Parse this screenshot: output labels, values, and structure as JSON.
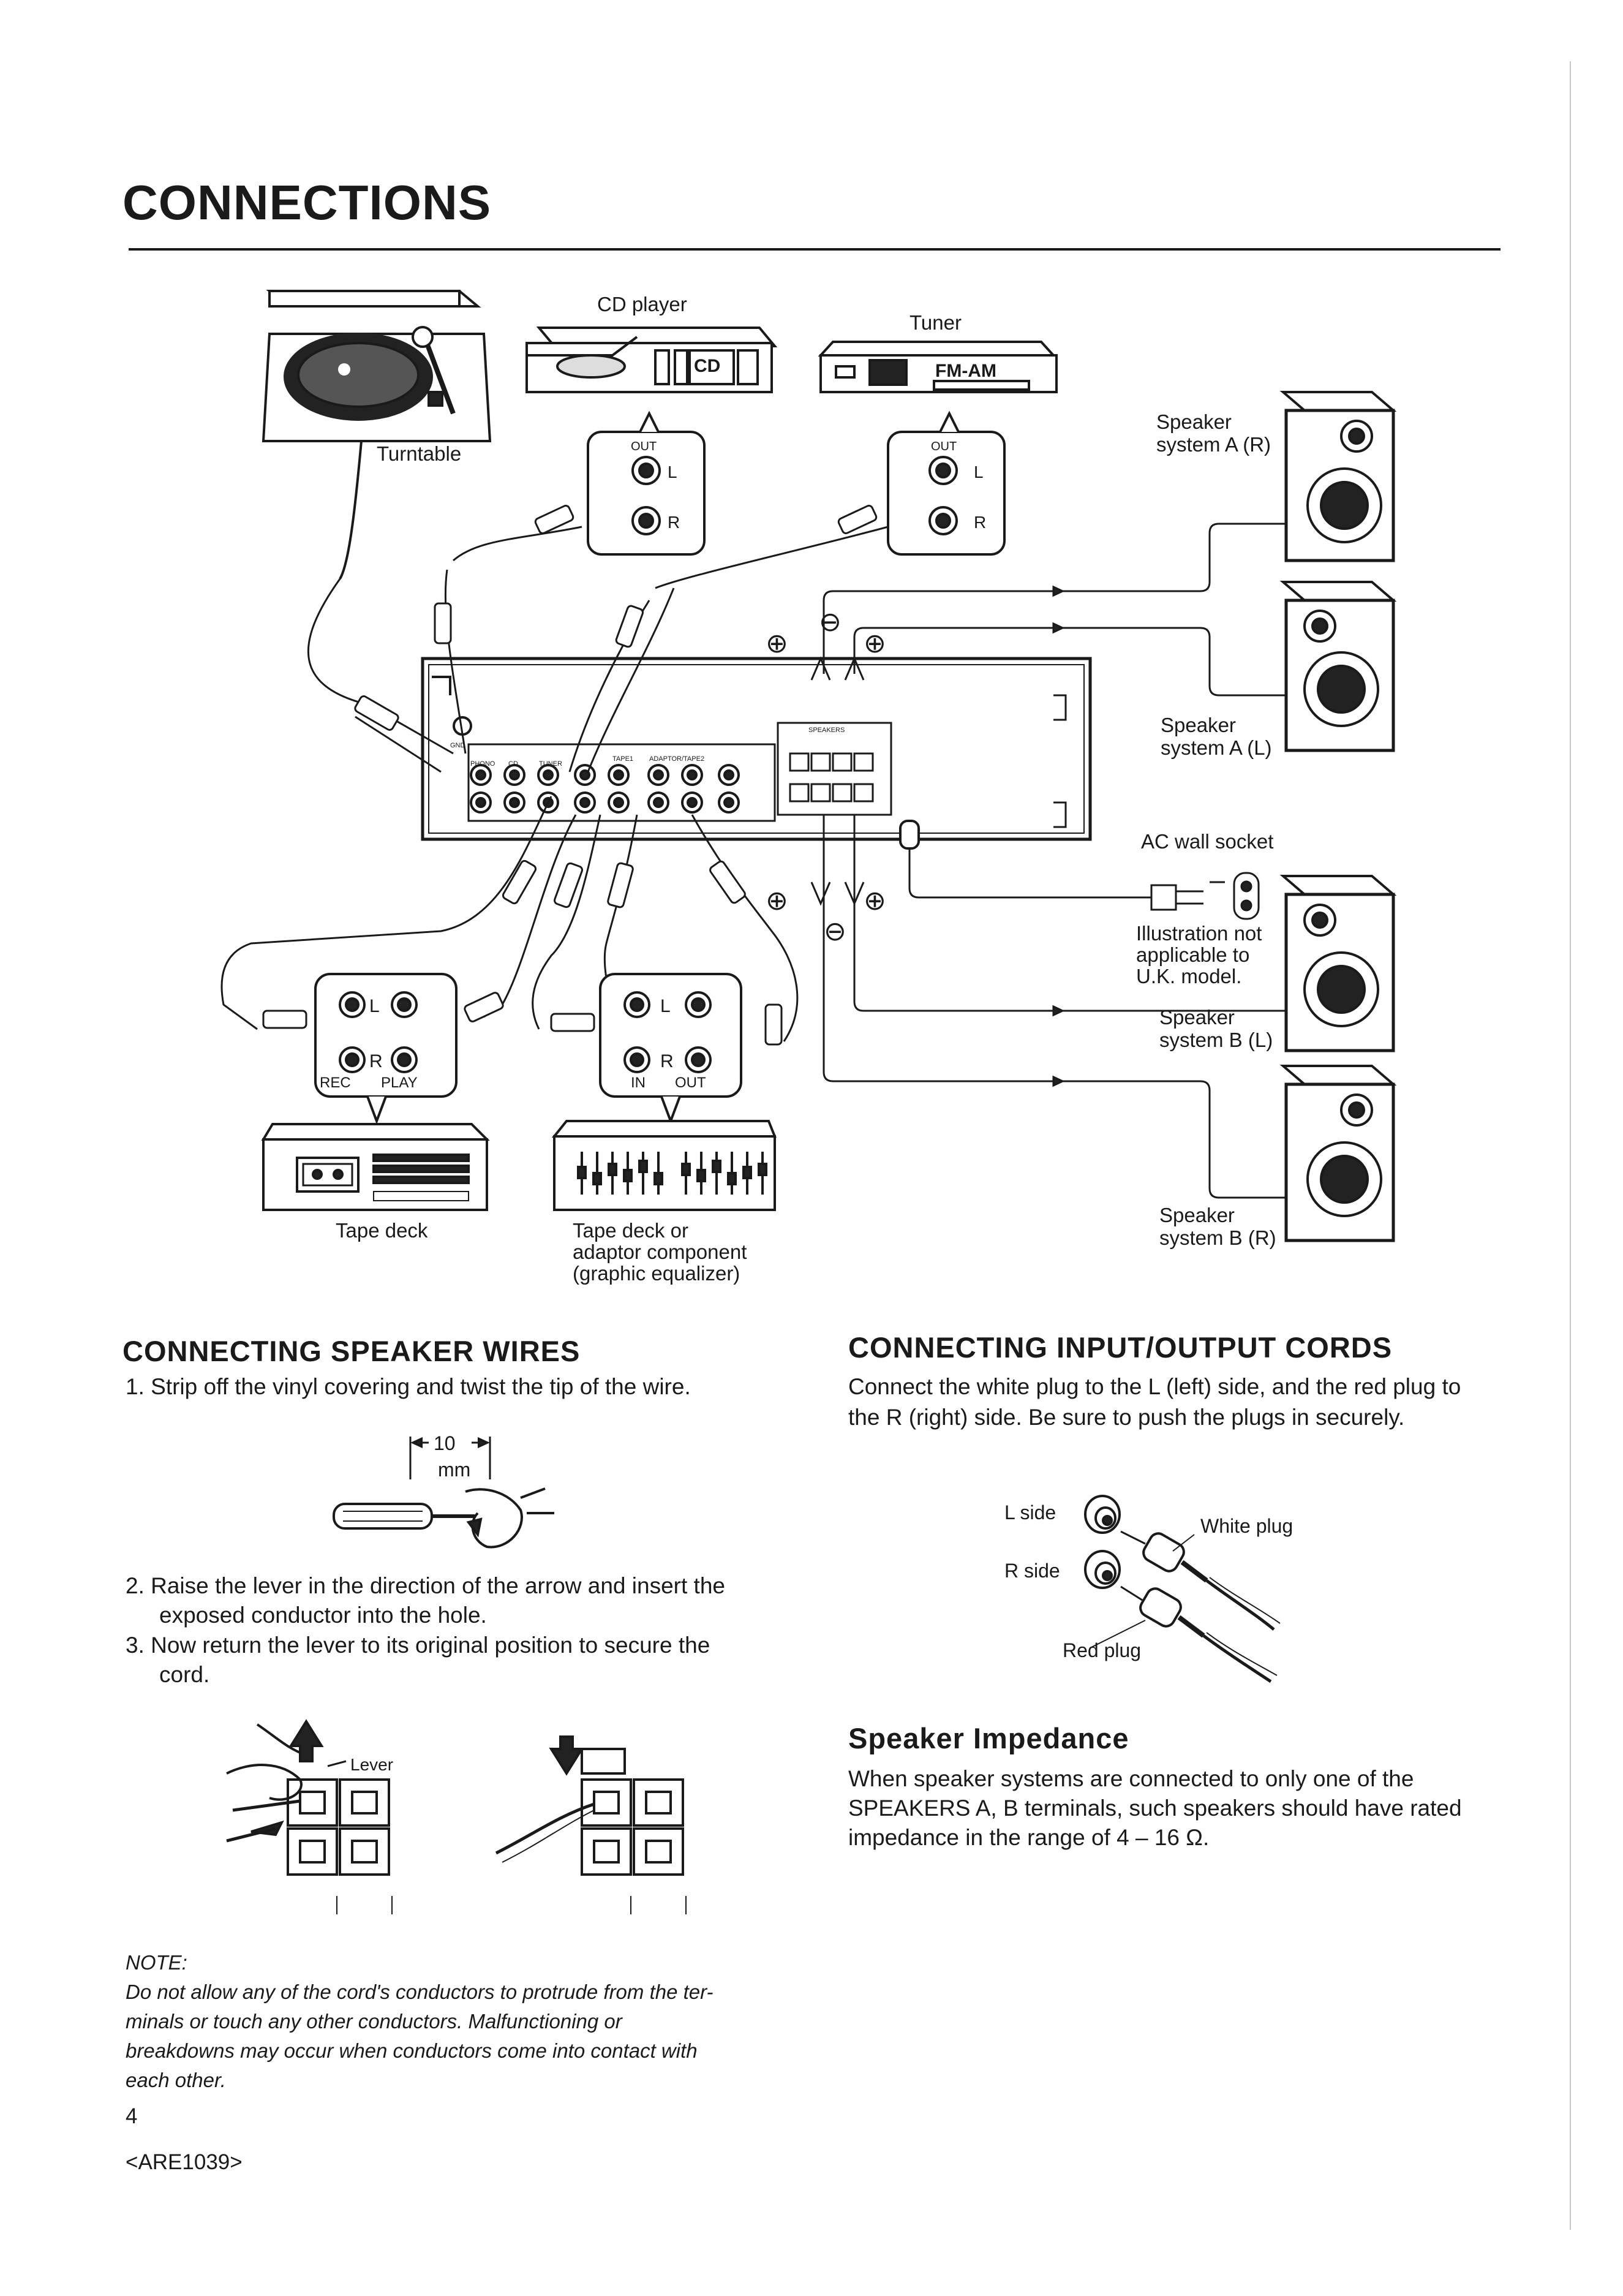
{
  "page": {
    "title": "CONNECTIONS",
    "page_number": "4",
    "code": "<ARE1039>"
  },
  "diagram": {
    "turntable": "Turntable",
    "cd_player": "CD player",
    "tuner": "Tuner",
    "cd_display": "CD",
    "tuner_display": "FM-AM",
    "out": "OUT",
    "l": "L",
    "r": "R",
    "rec": "REC",
    "play": "PLAY",
    "in": "IN",
    "out2": "OUT",
    "tape_deck": "Tape deck",
    "adaptor_line1": "Tape deck or",
    "adaptor_line2": "adaptor component",
    "adaptor_line3": "(graphic equalizer)",
    "spk_a_r_line1": "Speaker",
    "spk_a_r_line2": "system A (R)",
    "spk_a_l_line1": "Speaker",
    "spk_a_l_line2": "system A (L)",
    "spk_b_l_line1": "Speaker",
    "spk_b_l_line2": "system B (L)",
    "spk_b_r_line1": "Speaker",
    "spk_b_r_line2": "system B (R)",
    "ac_socket": "AC wall socket",
    "ill_line1": "Illustration not",
    "ill_line2": "applicable to",
    "ill_line3": "U.K. model.",
    "plus": "⊕",
    "minus": "⊖",
    "panel": {
      "gnd": "GND",
      "phono": "PHONO",
      "cd": "CD",
      "tuner": "TUNER",
      "tape1": "TAPE1",
      "adaptor": "ADAPTOR/TAPE2",
      "speakers": "SPEAKERS"
    }
  },
  "speaker_wires": {
    "heading": "CONNECTING SPEAKER WIRES",
    "step1": "1. Strip off the vinyl covering and twist the tip of the wire.",
    "dim_value": "10",
    "dim_unit": "mm",
    "step2_line1": "2. Raise the lever in the direction of the arrow and insert the",
    "step2_line2": "exposed conductor into the hole.",
    "step3_line1": "3. Now return the lever to its original position to secure the",
    "step3_line2": "cord.",
    "lever": "Lever"
  },
  "note": {
    "label": "NOTE:",
    "line1": "Do not allow any of the cord's conductors to protrude from the ter-",
    "line2": "minals or touch any other conductors. Malfunctioning or",
    "line3": "breakdowns may occur when conductors come into contact with",
    "line4": "each other."
  },
  "io_cords": {
    "heading": "CONNECTING INPUT/OUTPUT CORDS",
    "line1": "Connect the white plug to the L (left) side, and the red plug to",
    "line2": "the R (right) side. Be sure to push the plugs in securely.",
    "l_side": "L side",
    "r_side": "R side",
    "white_plug": "White plug",
    "red_plug": "Red plug"
  },
  "impedance": {
    "heading": "Speaker Impedance",
    "line1": "When speaker systems are connected to only one of the",
    "line2": "SPEAKERS A, B terminals, such speakers should have rated",
    "line3": "impedance in the range of 4 – 16 Ω."
  }
}
